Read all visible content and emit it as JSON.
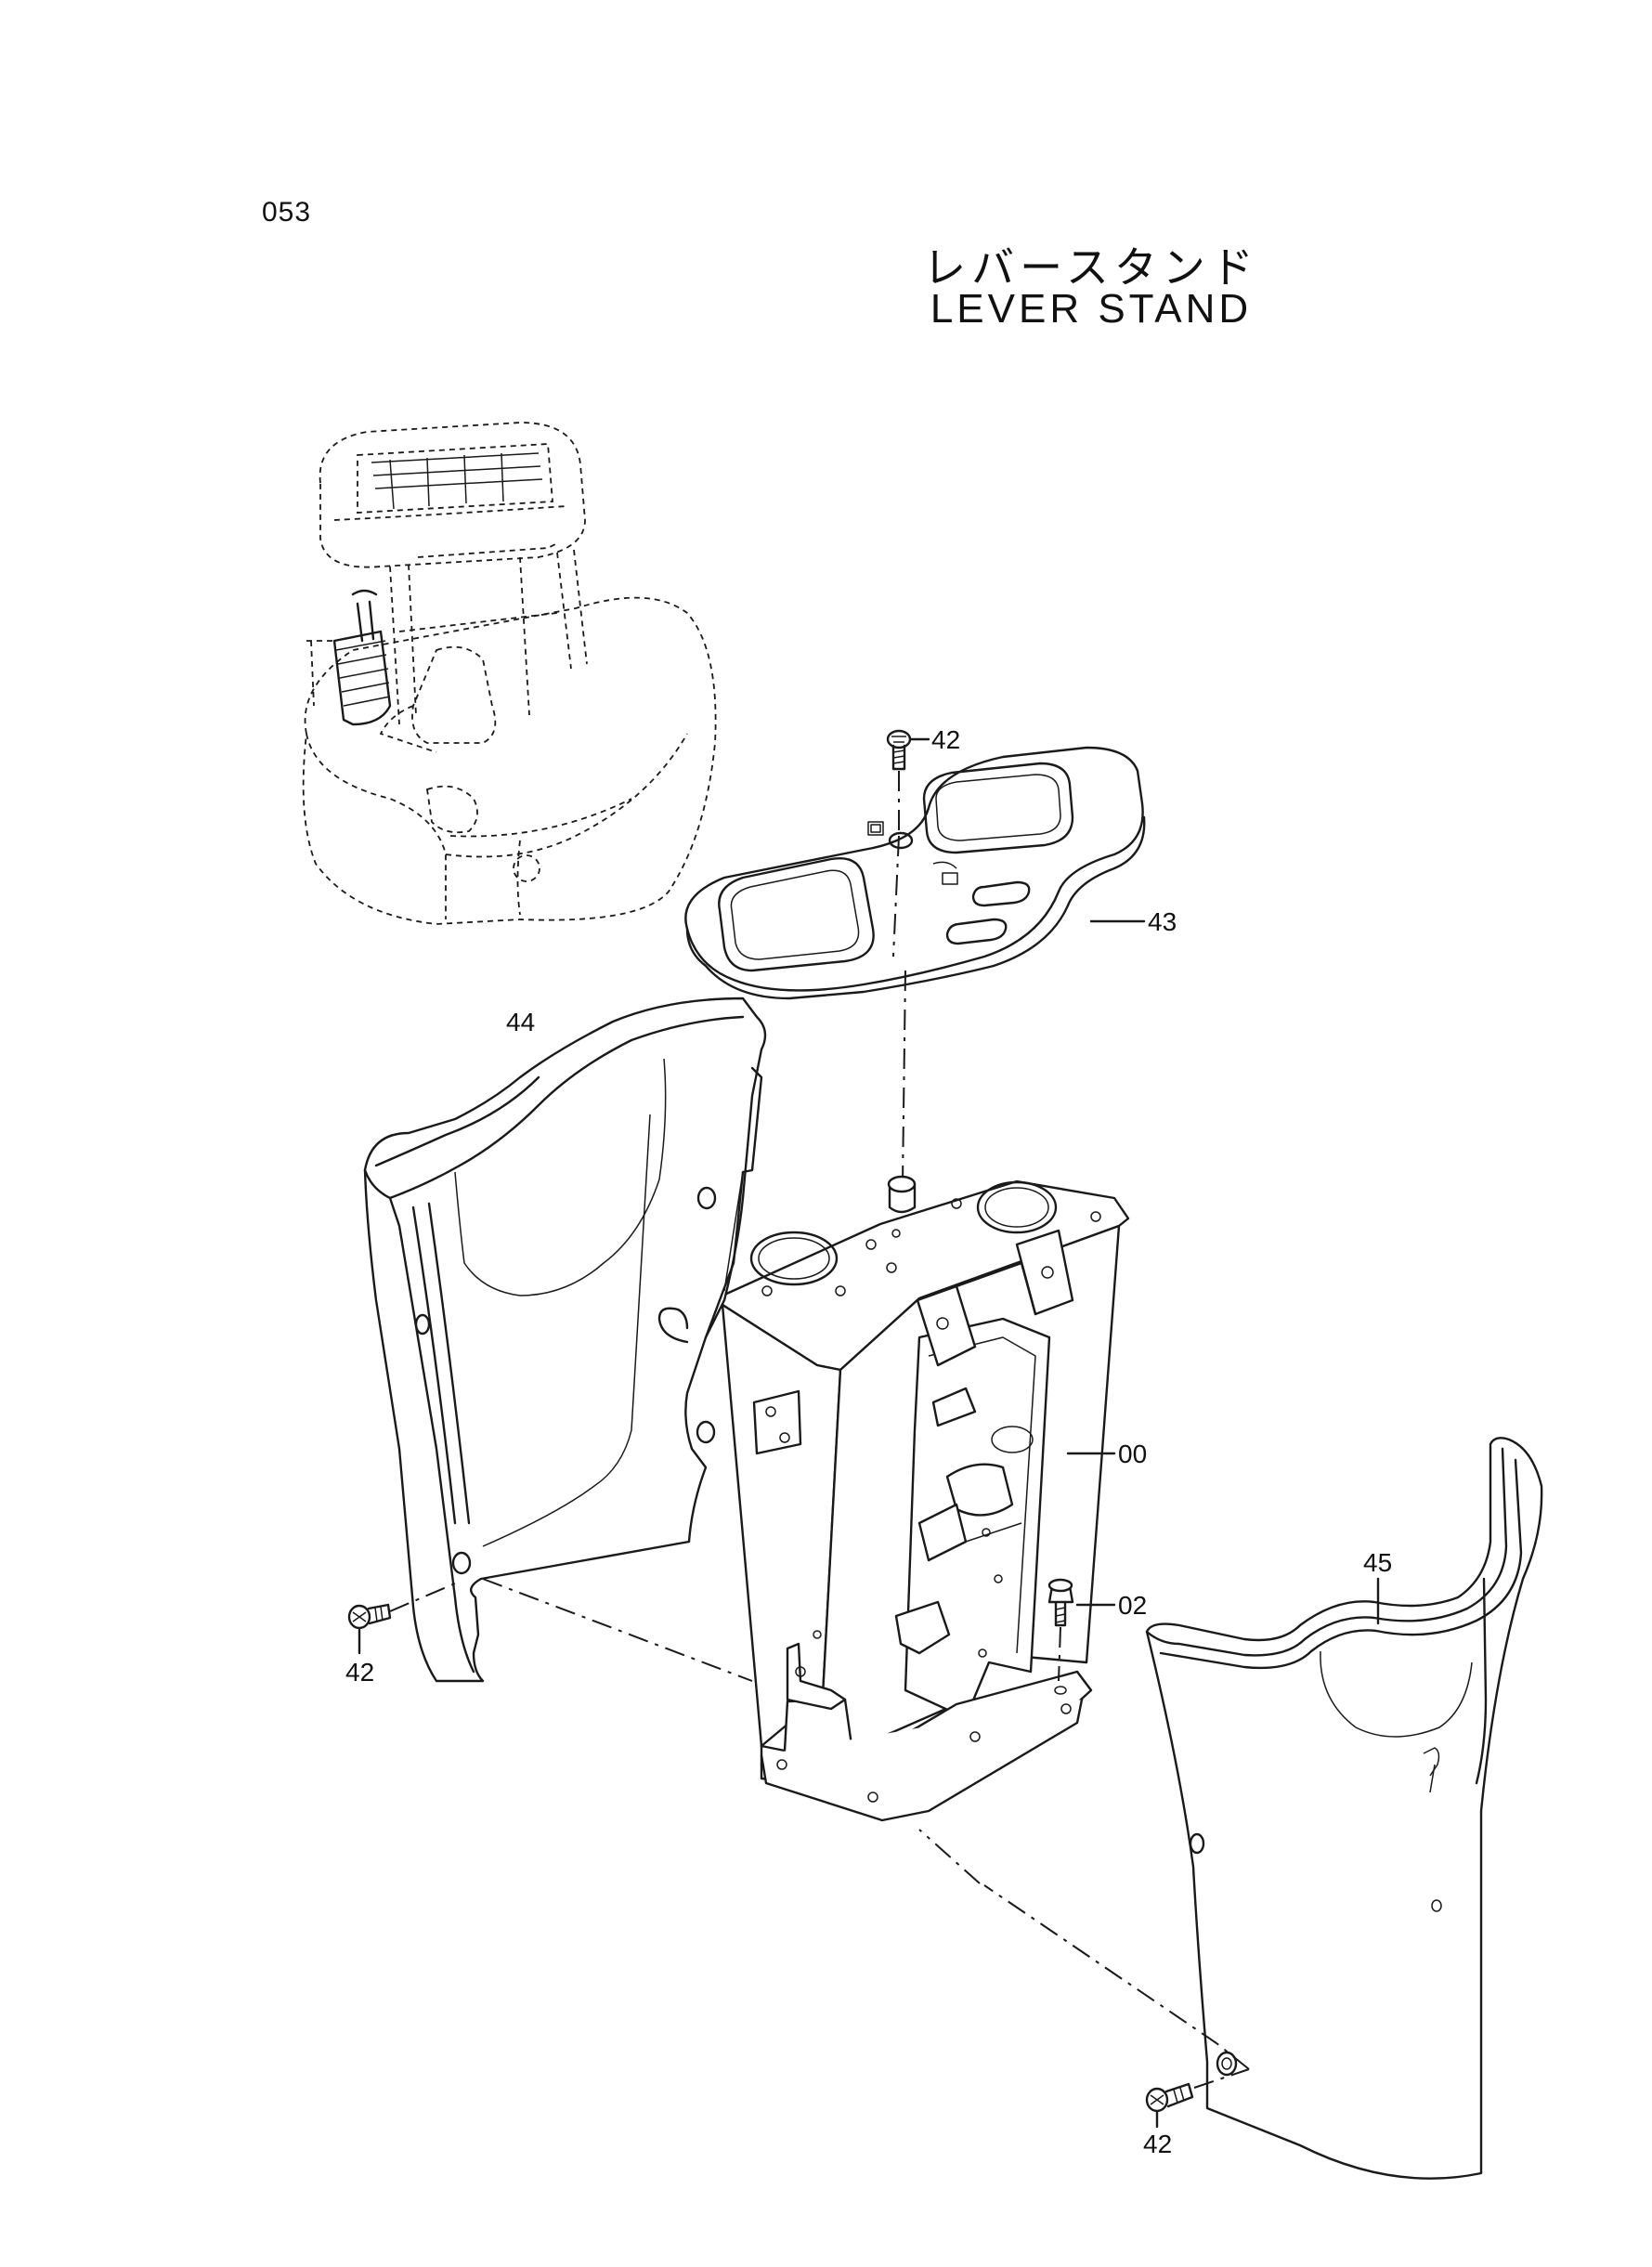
{
  "page_number": "053",
  "title_jp": "レバースタンド",
  "title_en": "LEVER STAND",
  "callouts": [
    {
      "id": "c42a",
      "label": "42"
    },
    {
      "id": "c43",
      "label": "43"
    },
    {
      "id": "c44",
      "label": "44"
    },
    {
      "id": "c00",
      "label": "00"
    },
    {
      "id": "c02",
      "label": "02"
    },
    {
      "id": "c45",
      "label": "45"
    },
    {
      "id": "c42b",
      "label": "42"
    },
    {
      "id": "c42c",
      "label": "42"
    }
  ]
}
